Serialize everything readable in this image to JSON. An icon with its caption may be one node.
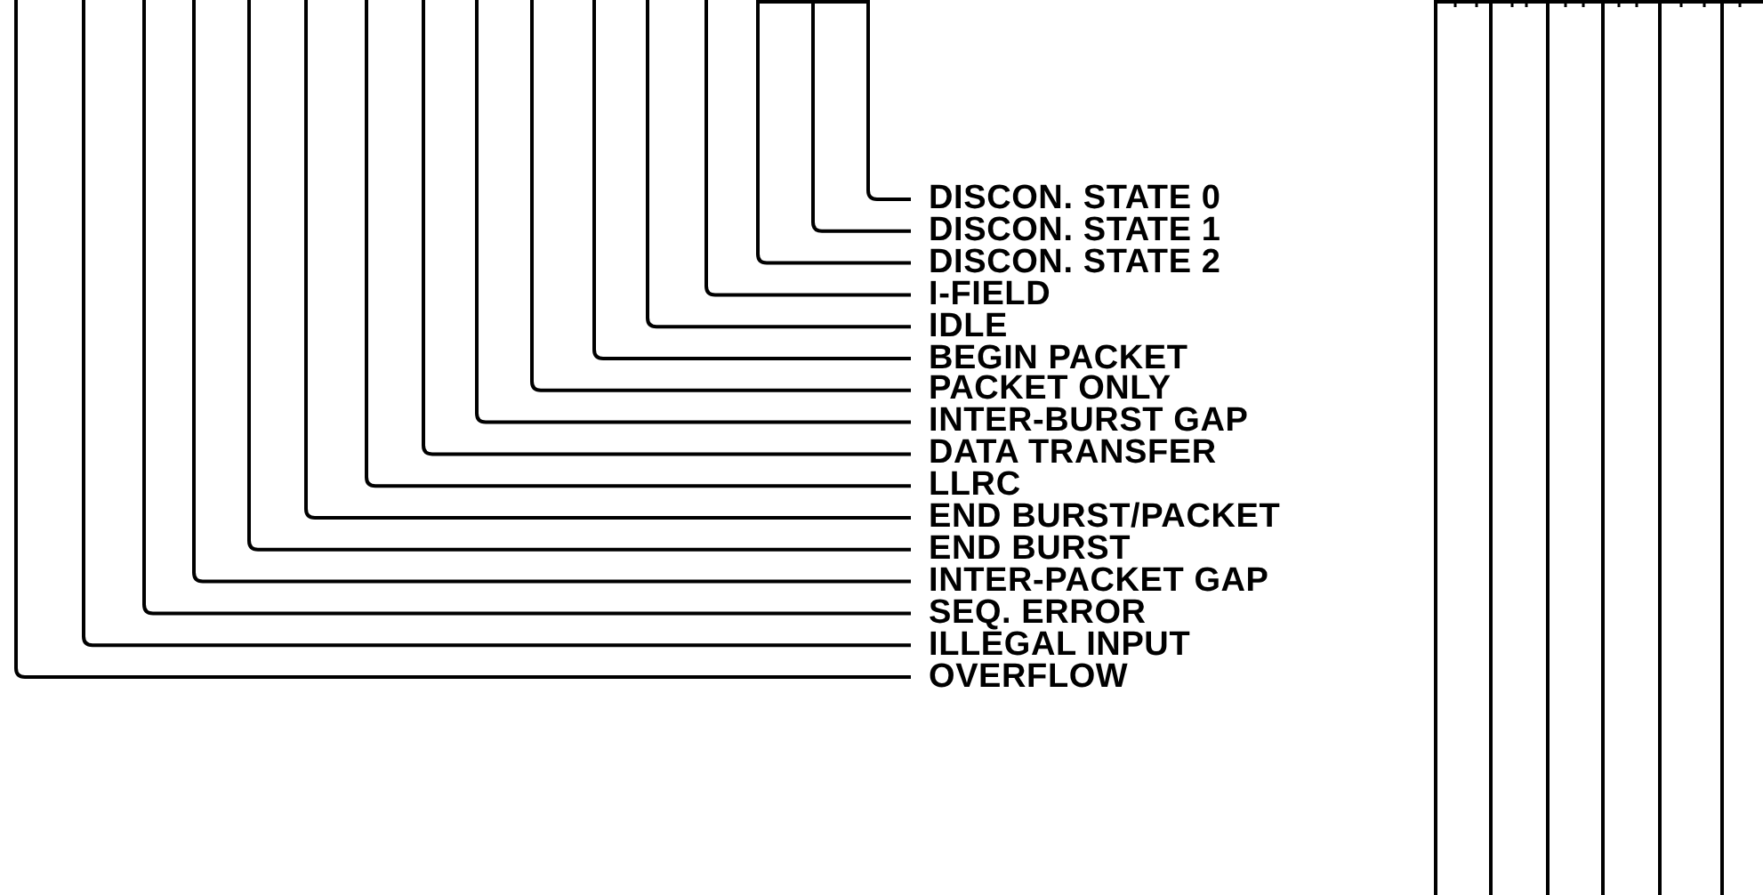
{
  "diagram": {
    "nodes": [
      {
        "text": [
          "DISCON. STATE 0"
        ]
      },
      {
        "text": [
          "DISCON. STATE 1"
        ]
      },
      {
        "text": [
          "DISCON. STATE 2"
        ]
      },
      {
        "text": [
          "I-FIELD"
        ]
      },
      {
        "text": [
          "IDLE"
        ]
      },
      {
        "text": [
          "BEGIN PACKET"
        ]
      },
      {
        "text": [
          "PACKET ONLY"
        ]
      },
      {
        "text": [
          "INTER-BURST GAP"
        ]
      },
      {
        "text": [
          "DATA TRANSFER"
        ]
      },
      {
        "text": [
          "LLRC"
        ]
      },
      {
        "text": [
          "END BURST/PACKET"
        ]
      },
      {
        "text": [
          "END BURST"
        ]
      },
      {
        "text": [
          "INTER-PACKET GAP"
        ]
      },
      {
        "text": [
          "SEQ. ERROR"
        ]
      },
      {
        "text": [
          "ILLEGAL INPUT"
        ]
      },
      {
        "text": [
          "OVERFLOW"
        ]
      }
    ],
    "edges": [
      {
        "from": 0,
        "to": null,
        "arrow": "none"
      },
      {
        "from": 1,
        "to": null,
        "arrow": "none"
      },
      {
        "from": 2,
        "to": null,
        "arrow": "none"
      },
      {
        "from": 3,
        "to": null,
        "arrow": "none"
      },
      {
        "from": 4,
        "to": null,
        "arrow": "none"
      },
      {
        "from": 5,
        "to": null,
        "arrow": "none"
      },
      {
        "from": 6,
        "to": null,
        "arrow": "none"
      },
      {
        "from": 7,
        "to": null,
        "arrow": "none"
      },
      {
        "from": 8,
        "to": null,
        "arrow": "none"
      },
      {
        "from": 9,
        "to": null,
        "arrow": "none"
      },
      {
        "from": 10,
        "to": null,
        "arrow": "none"
      },
      {
        "from": 11,
        "to": null,
        "arrow": "none"
      },
      {
        "from": 12,
        "to": null,
        "arrow": "none"
      },
      {
        "from": 13,
        "to": null,
        "arrow": "none"
      },
      {
        "from": 14,
        "to": null,
        "arrow": "none"
      },
      {
        "from": 15,
        "to": null,
        "arrow": "none"
      }
    ]
  }
}
